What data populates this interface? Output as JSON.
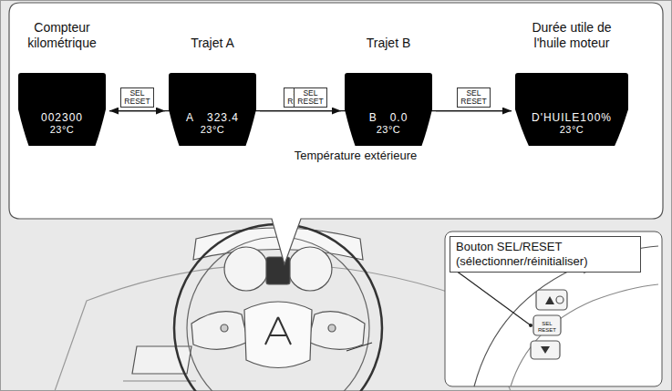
{
  "diagram": {
    "nodes": [
      {
        "text": [
          "Compteur kilométrique",
          "002300",
          "23°C"
        ]
      },
      {
        "text": [
          "Trajet A",
          "A",
          "323.4",
          "23°C"
        ]
      },
      {
        "text": [
          "Trajet B",
          "B",
          "0.0",
          "23°C"
        ]
      },
      {
        "text": [
          "Durée utile de l'huile moteur",
          "D'HUILE100%",
          "23°C"
        ]
      },
      {
        "text": [
          "Bouton SEL/RESET (sélectionner/réinitialiser)"
        ]
      }
    ],
    "edges": [
      {
        "from": 0,
        "to": 1,
        "arrow": "to",
        "label": "SEL RESET"
      },
      {
        "from": 1,
        "to": 2,
        "arrow": "to",
        "label": "SEL RESET"
      },
      {
        "from": 2,
        "to": 3,
        "arrow": "to",
        "label": "SEL RESET"
      },
      {
        "from": 3,
        "to": 0,
        "arrow": "to",
        "label": "SEL RESET"
      }
    ],
    "labels": [
      "Température extérieure",
      "SEL RESET"
    ]
  }
}
